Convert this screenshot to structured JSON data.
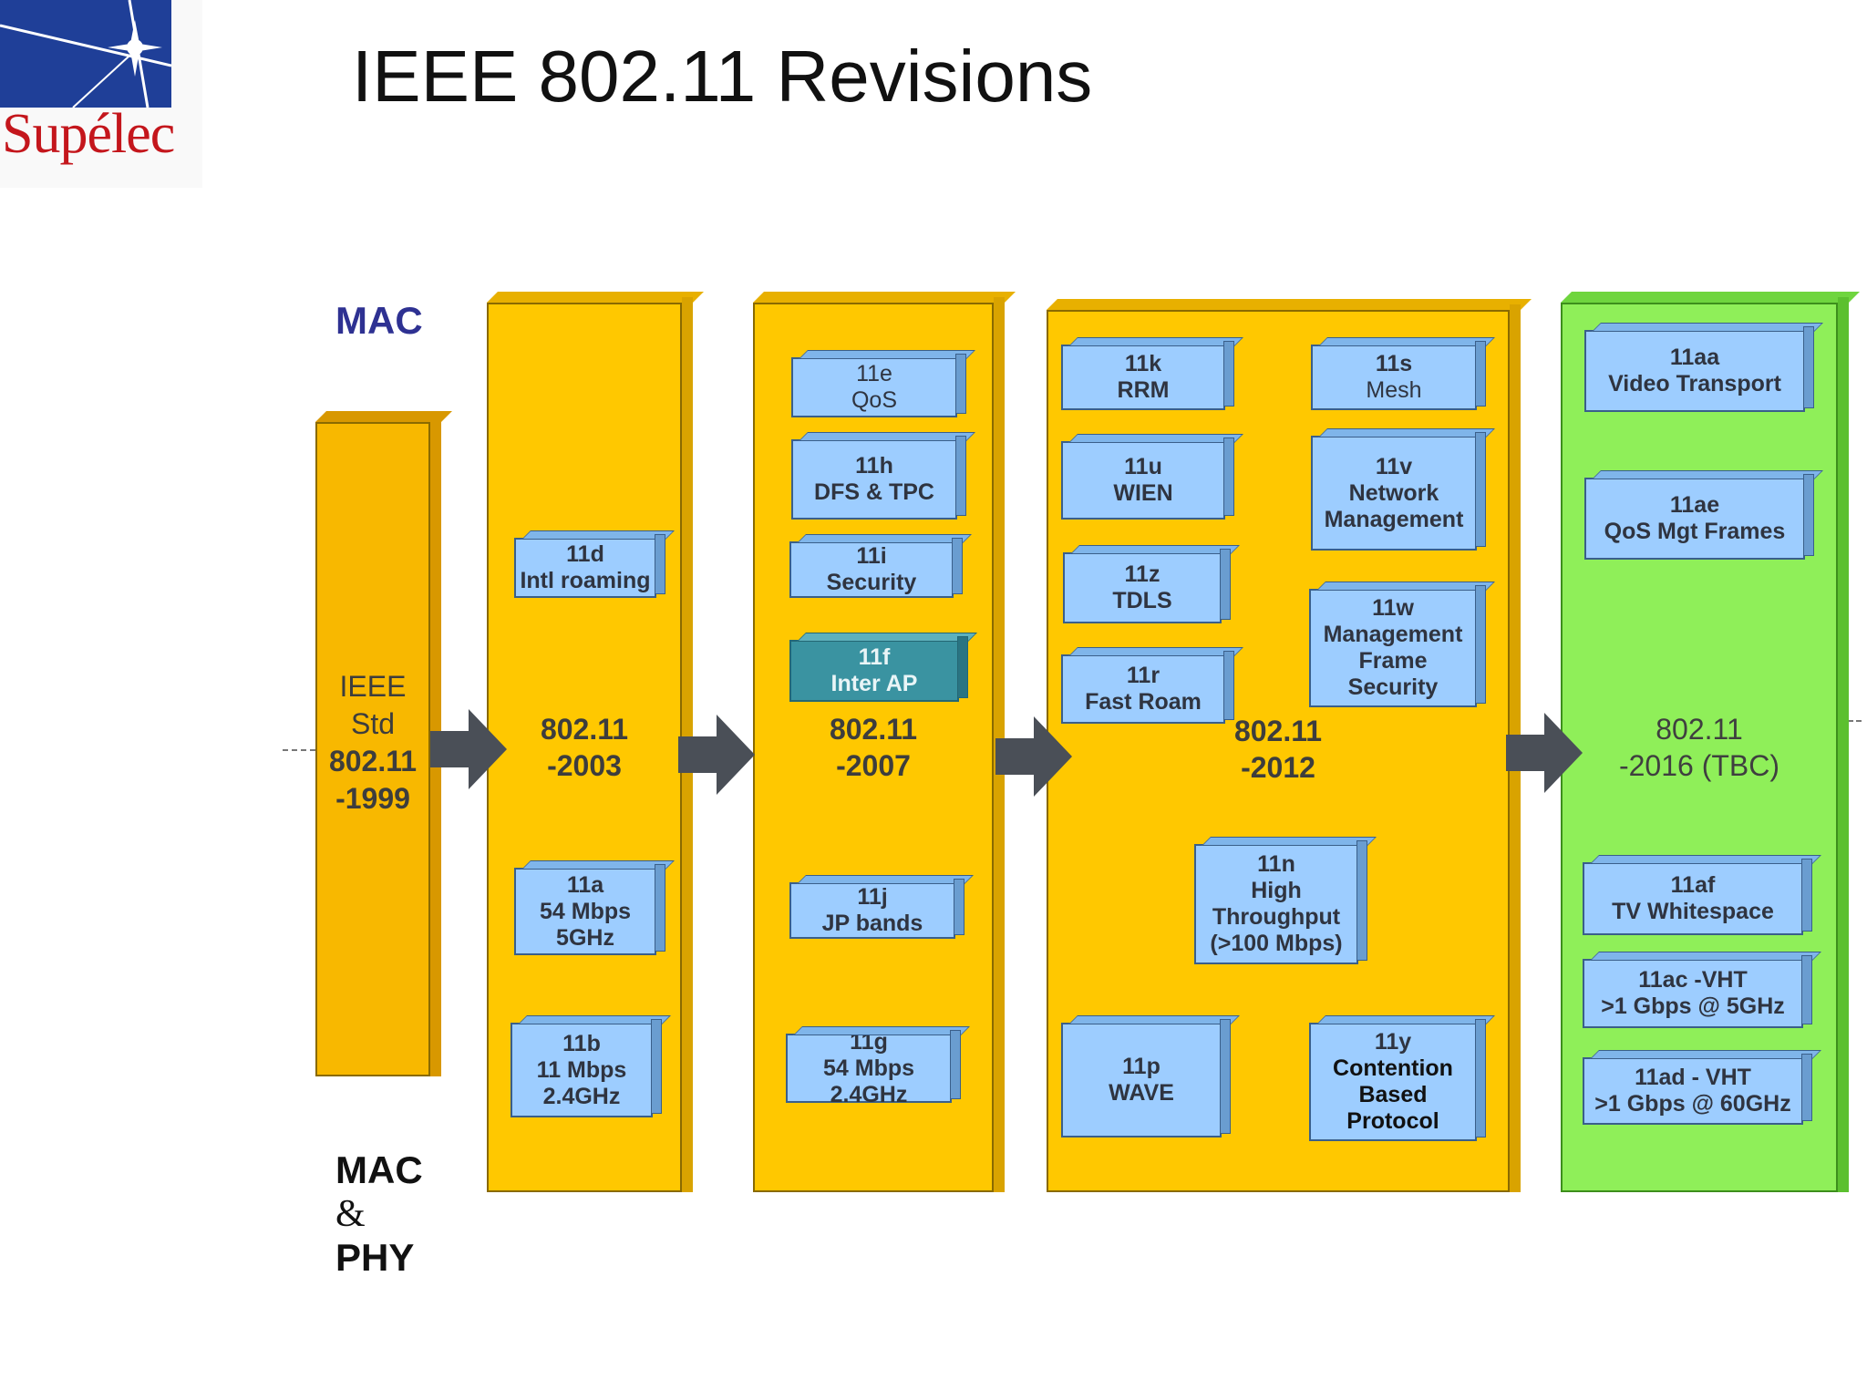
{
  "logo": {
    "text": "Supélec"
  },
  "title": "IEEE 802.11 Revisions",
  "labels": {
    "mac": "MAC",
    "mac2": "MAC",
    "amp": "&",
    "phy": "PHY"
  },
  "columns": {
    "c1999": {
      "line1": "IEEE",
      "line2": "Std",
      "line3": "802.11",
      "line4": "-1999"
    },
    "c2003": {
      "line1": "802.11",
      "line2": "-2003"
    },
    "c2007": {
      "line1": "802.11",
      "line2": "-2007"
    },
    "c2012": {
      "line1": "802.11",
      "line2": "-2012"
    },
    "c2016": {
      "line1": "802.11",
      "line2": "-2016 (TBC)"
    }
  },
  "boxes": {
    "b11d": {
      "l1": "11d",
      "l2": "Intl roaming"
    },
    "b11a": {
      "l1": "11a",
      "l2": "54 Mbps",
      "l3": "5GHz"
    },
    "b11b": {
      "l1": "11b",
      "l2": "11 Mbps",
      "l3": "2.4GHz"
    },
    "b11e": {
      "l1": "11e",
      "l2": "QoS"
    },
    "b11h": {
      "l1": "11h",
      "l2": "DFS & TPC"
    },
    "b11i": {
      "l1": "11i",
      "l2": "Security"
    },
    "b11f": {
      "l1": "11f",
      "l2": "Inter AP"
    },
    "b11j": {
      "l1": "11j",
      "l2": "JP bands"
    },
    "b11g": {
      "l1": "11g",
      "l2": "54 Mbps",
      "l3": "2.4GHz"
    },
    "b11k": {
      "l1": "11k",
      "l2": "RRM"
    },
    "b11s": {
      "l1": "11s",
      "l2": "Mesh"
    },
    "b11u": {
      "l1": "11u",
      "l2": "WIEN"
    },
    "b11v": {
      "l1": "11v",
      "l2": "Network",
      "l3": "Management"
    },
    "b11z": {
      "l1": "11z",
      "l2": "TDLS"
    },
    "b11w": {
      "l1": "11w",
      "l2": "Management",
      "l3": "Frame",
      "l4": "Security"
    },
    "b11r": {
      "l1": "11r",
      "l2": "Fast Roam"
    },
    "b11n": {
      "l1": "11n",
      "l2": "High",
      "l3": "Throughput",
      "l4": "(>100 Mbps)"
    },
    "b11p": {
      "l1": "11p",
      "l2": "WAVE"
    },
    "b11y": {
      "l1": "11y",
      "l2": "Contention",
      "l3": "Based",
      "l4": "Protocol"
    },
    "b11aa": {
      "l1": "11aa",
      "l2": "Video Transport"
    },
    "b11ae": {
      "l1": "11ae",
      "l2": "QoS Mgt Frames"
    },
    "b11af": {
      "l1": "11af",
      "l2": "TV Whitespace"
    },
    "b11ac": {
      "l1": "11ac -VHT",
      "l2": ">1 Gbps @ 5GHz"
    },
    "b11ad": {
      "l1": "11ad - VHT",
      "l2": ">1 Gbps @ 60GHz"
    }
  },
  "colors": {
    "yellow": "#ffc800",
    "orange": "#f8b800",
    "green": "#8fef59",
    "box": "#9dcdff",
    "teal": "#3a93a1",
    "arrow": "#4a4f57",
    "mac": "#2e3192"
  }
}
